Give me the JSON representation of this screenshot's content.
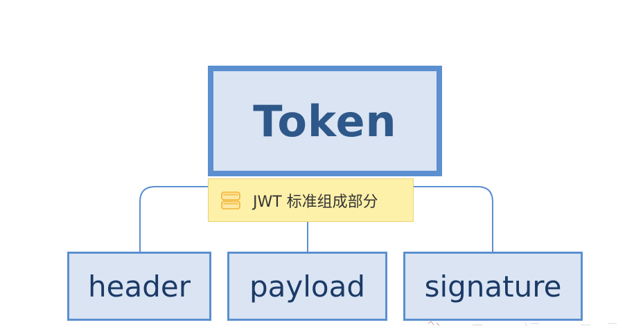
{
  "root": {
    "label": "Token"
  },
  "note": {
    "icon": "note-stack-icon",
    "text": "JWT 标准组成部分"
  },
  "children": [
    {
      "label": "header"
    },
    {
      "label": "payload"
    },
    {
      "label": "signature"
    }
  ],
  "colors": {
    "node_fill": "#dae4f3",
    "node_border": "#5b8fd0",
    "root_text": "#2e5889",
    "child_text": "#1b3a66",
    "connector": "#5b8fd0",
    "note_fill": "#fdf0a9",
    "note_border": "#e9d277",
    "note_icon": "#f2b233"
  }
}
